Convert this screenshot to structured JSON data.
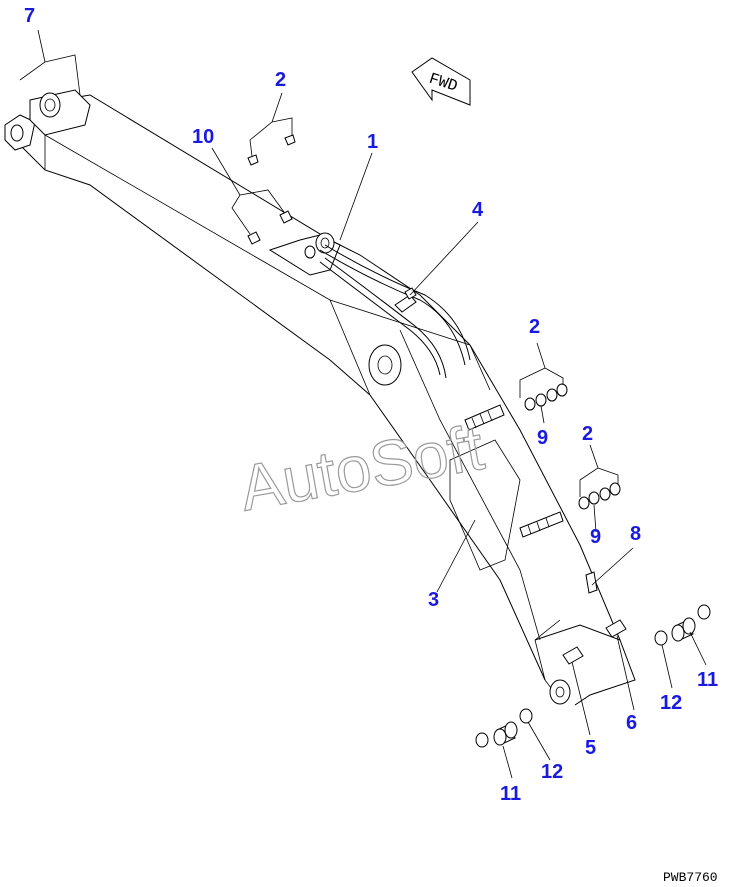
{
  "diagram": {
    "callout_color": "#1a1adf",
    "line_color": "#000000",
    "watermark": "AutoSoft",
    "direction_label": "FWD",
    "drawing_code": "PWB7760"
  },
  "callouts": [
    {
      "id": "c7",
      "label": "7"
    },
    {
      "id": "c2a",
      "label": "2"
    },
    {
      "id": "c10",
      "label": "10"
    },
    {
      "id": "c1",
      "label": "1"
    },
    {
      "id": "c4",
      "label": "4"
    },
    {
      "id": "c2b",
      "label": "2"
    },
    {
      "id": "c9a",
      "label": "9"
    },
    {
      "id": "c2c",
      "label": "2"
    },
    {
      "id": "c9b",
      "label": "9"
    },
    {
      "id": "c8",
      "label": "8"
    },
    {
      "id": "c3",
      "label": "3"
    },
    {
      "id": "c11a",
      "label": "11"
    },
    {
      "id": "c12a",
      "label": "12"
    },
    {
      "id": "c6",
      "label": "6"
    },
    {
      "id": "c5",
      "label": "5"
    },
    {
      "id": "c12b",
      "label": "12"
    },
    {
      "id": "c11b",
      "label": "11"
    }
  ]
}
